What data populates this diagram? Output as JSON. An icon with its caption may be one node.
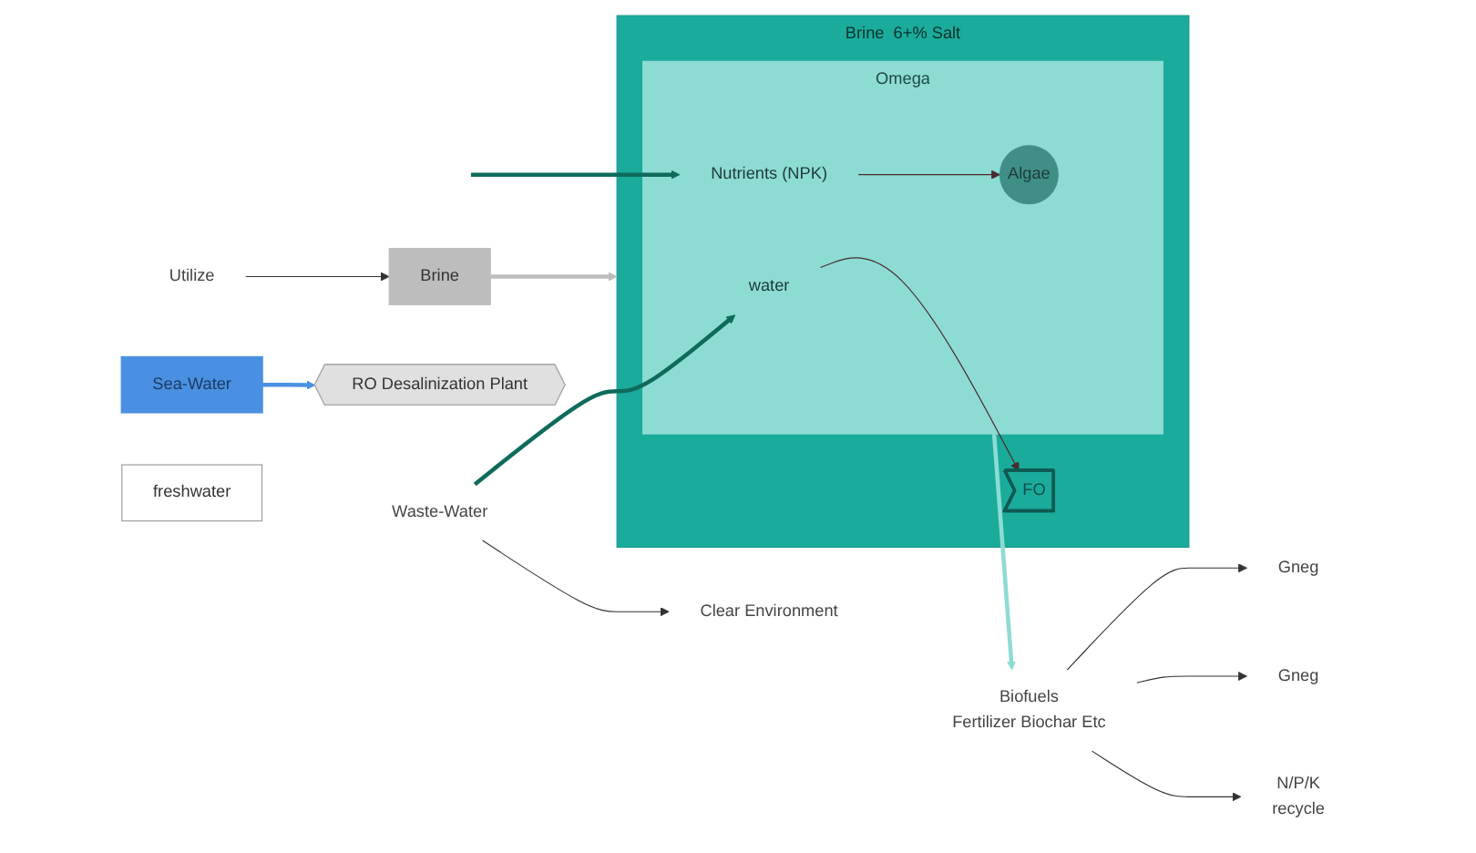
{
  "diagram": {
    "nodes": [
      {
        "text": [
          "Brine",
          "6+% Salt"
        ]
      },
      {
        "text": [
          "Omega"
        ],
        "in": 0
      },
      {
        "text": [
          "water"
        ],
        "in": 1
      },
      {
        "text": [
          "Nutrients (NPK)"
        ],
        "in": 1
      },
      {
        "text": [
          "Algae"
        ],
        "in": 1
      },
      {
        "text": [
          "FO"
        ],
        "in": 0
      },
      {
        "text": [
          "Sea-Water"
        ]
      },
      {
        "text": [
          "Waste-Water"
        ]
      },
      {
        "text": [
          "Clear Environment"
        ]
      },
      {
        "text": [
          "Biofuels",
          "Fertilizer Biochar Etc"
        ]
      },
      {
        "text": [
          "Gneg"
        ]
      },
      {
        "text": [
          "Gneg"
        ]
      },
      {
        "text": [
          "N/P/K",
          "recycle"
        ]
      },
      {
        "text": [
          "Brine"
        ]
      },
      {
        "text": [
          "Utilize"
        ]
      },
      {
        "text": [
          "RO Desalinization Plant"
        ]
      },
      {
        "text": [
          "freshwater"
        ]
      }
    ],
    "edges": [
      {
        "from": 7,
        "to": 2,
        "arrow": "to",
        "style": "thick",
        "color": "#0e6b5c"
      },
      {
        "from": null,
        "to": 3,
        "arrow": "to",
        "style": "thick",
        "color": "#0e6b5c"
      },
      {
        "from": 7,
        "to": 8,
        "arrow": "to"
      },
      {
        "from": 2,
        "to": 5,
        "arrow": "to",
        "color": "#4a2c2e"
      },
      {
        "from": 3,
        "to": 4,
        "arrow": "to",
        "color": "#4a2c2e"
      },
      {
        "from": 1,
        "to": 9,
        "arrow": "to",
        "style": "thick",
        "color": "#8ddcd4"
      },
      {
        "from": 9,
        "to": 10,
        "arrow": "to"
      },
      {
        "from": 9,
        "to": 11,
        "arrow": "to"
      },
      {
        "from": 9,
        "to": 12,
        "arrow": "to"
      },
      {
        "from": 13,
        "to": 0,
        "arrow": "to",
        "style": "thick",
        "color": "#bdbdbd"
      },
      {
        "from": 14,
        "to": 13,
        "arrow": "to"
      },
      {
        "from": 6,
        "to": 15,
        "arrow": "to",
        "style": "thick",
        "color": "#4a90e2"
      }
    ]
  }
}
